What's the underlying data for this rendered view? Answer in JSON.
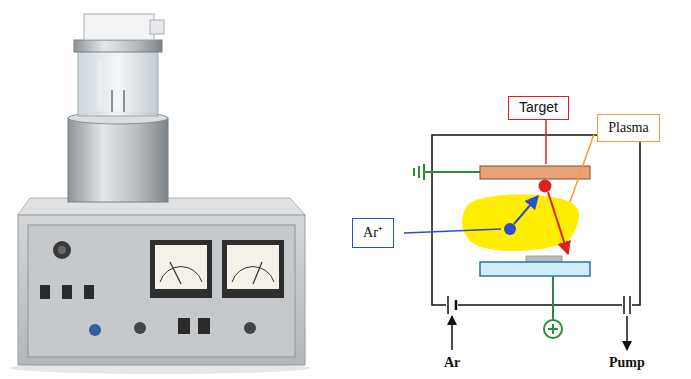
{
  "diagram": {
    "nodes": [
      {
        "text": [
          "Target"
        ]
      },
      {
        "text": [
          "Plasma"
        ]
      },
      {
        "text": [
          "Ar⁺"
        ]
      }
    ],
    "labels": [
      "Ar",
      "Pump"
    ]
  }
}
